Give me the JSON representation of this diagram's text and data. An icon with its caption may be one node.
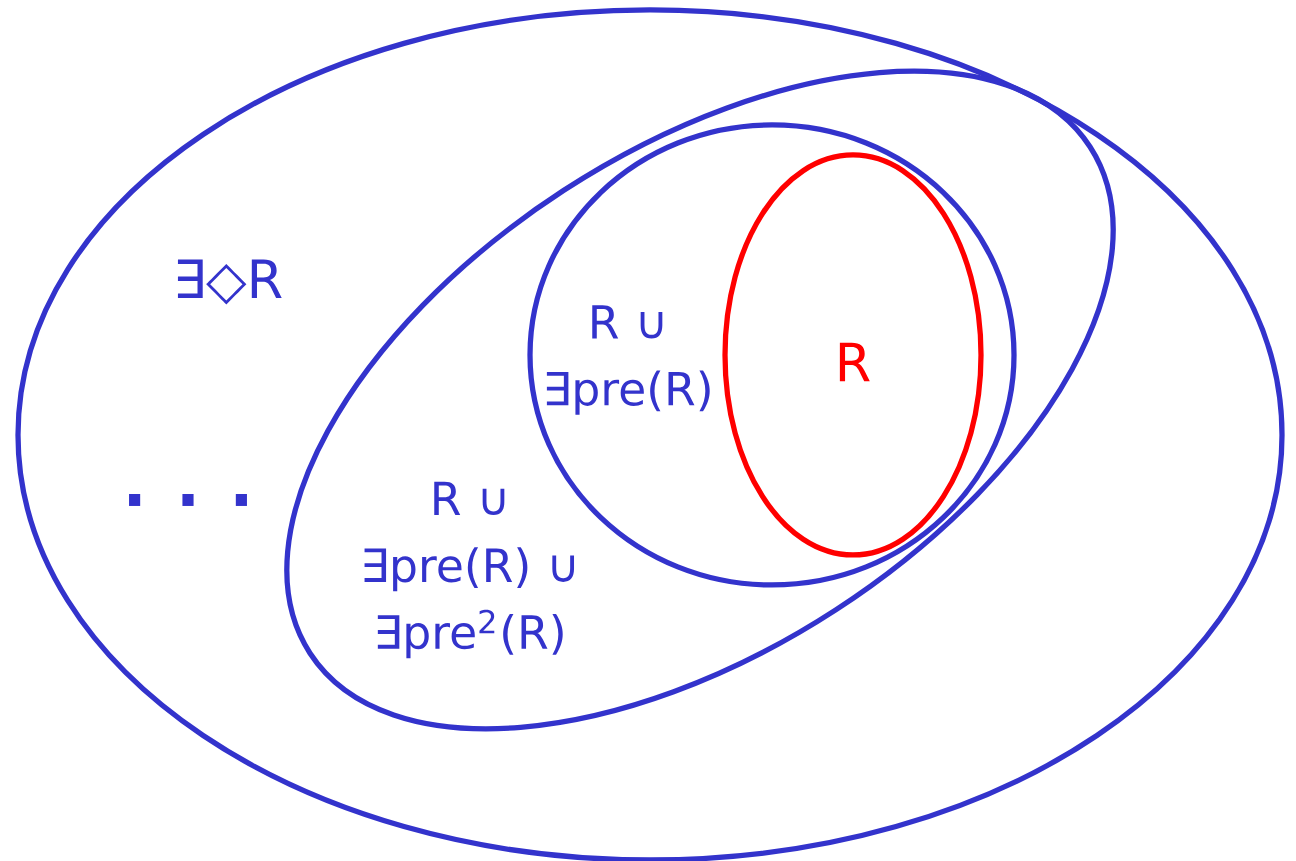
{
  "diagram": {
    "nodes": [
      {
        "text": [
          "∃◇R",
          ". . ."
        ]
      },
      {
        "text": [
          "R ∪ ∃pre(R) ∪ ∃pre$^{2}$(R)"
        ],
        "in": 0
      },
      {
        "text": [
          "R ∪ ∃pre(R)"
        ],
        "in": 1
      },
      {
        "text": [
          "R"
        ],
        "in": 2
      }
    ]
  }
}
